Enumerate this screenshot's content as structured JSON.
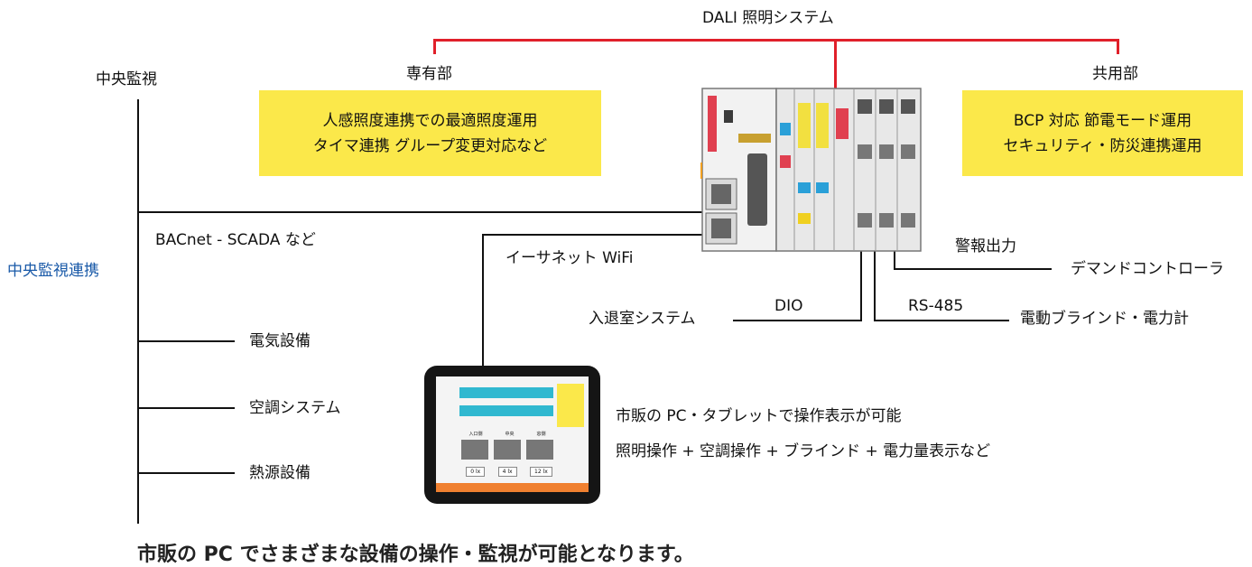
{
  "dali_title": "DALI 照明システム",
  "private_area": {
    "heading": "専有部",
    "line1": "人感照度連携での最適照度運用",
    "line2": "タイマ連携 グループ変更対応など"
  },
  "common_area": {
    "heading": "共用部",
    "line1": "BCP 対応 節電モード運用",
    "line2": "セキュリティ・防災連携運用"
  },
  "central_monitoring": "中央監視",
  "central_link": "中央監視連携",
  "bacnet": "BACnet - SCADA など",
  "ethernet": "イーサネット WiFi",
  "equipment": [
    "電気設備",
    "空調システム",
    "熱源設備"
  ],
  "alarm_output": "警報出力",
  "demand_controller": "デマンドコントローラ",
  "dio": "DIO",
  "rs485": "RS-485",
  "entry_system": "入退室システム",
  "blind_meter": "電動ブラインド・電力計",
  "tablet_note1": "市販の PC・タブレットで操作表示が可能",
  "tablet_note2": "照明操作 + 空調操作 + ブラインド + 電力量表示など",
  "tablet_screen": {
    "lux_values": [
      "0 lx",
      "4 lx",
      "12 lx"
    ],
    "zones": [
      "入口側",
      "中央",
      "窓側"
    ]
  },
  "caption": "市販の PC でさまざまな設備の操作・監視が可能となります。",
  "colors": {
    "red_bus": "#e0202a",
    "yellow_box": "#fbe84a",
    "link_blue": "#1a5aa8"
  }
}
